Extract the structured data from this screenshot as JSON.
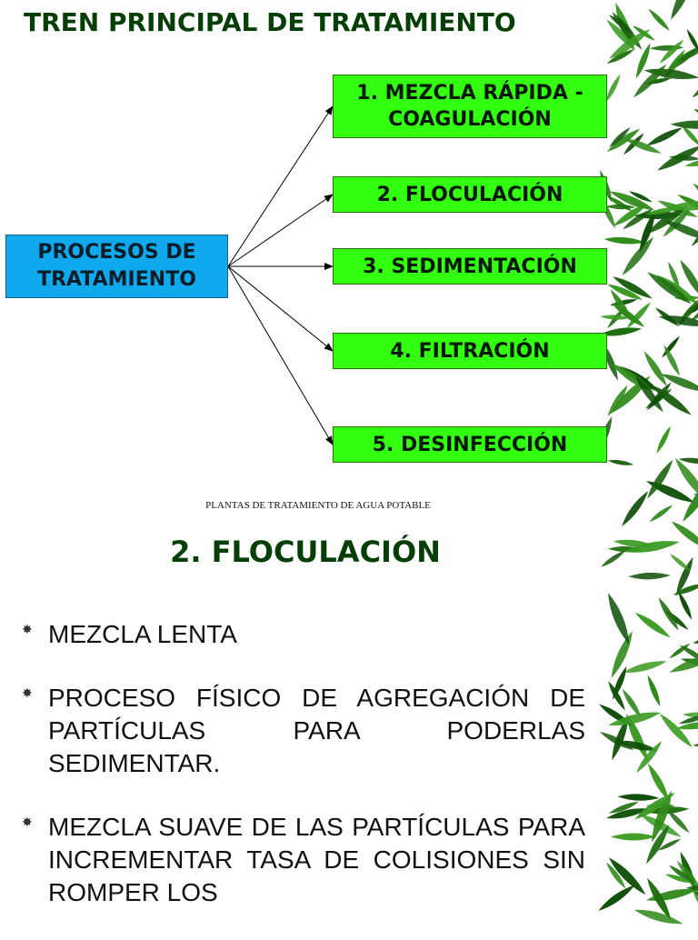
{
  "slide1": {
    "title": "TREN PRINCIPAL DE TRATAMIENTO",
    "source_label": "PROCESOS DE TRATAMIENTO",
    "steps": [
      "1. MEZCLA RÁPIDA - COAGULACIÓN",
      "2. FLOCULACIÓN",
      "3. SEDIMENTACIÓN",
      "4. FILTRACIÓN",
      "5. DESINFECCIÓN"
    ],
    "footer": "PLANTAS DE TRATAMIENTO DE AGUA POTABLE"
  },
  "slide2": {
    "title": "2. FLOCULACIÓN",
    "bullets": [
      "MEZCLA LENTA",
      "PROCESO FÍSICO DE AGREGACIÓN DE PARTÍCULAS PARA PODERLAS SEDIMENTAR.",
      "MEZCLA SUAVE DE LAS PARTÍCULAS PARA INCREMENTAR TASA DE COLISIONES SIN ROMPER LOS"
    ]
  },
  "colors": {
    "title": "#063f06",
    "step_box": "#33ff11",
    "source_box": "#10a9ee",
    "bamboo_leaf": "#1f6e0f"
  },
  "icons": {
    "bullet": "asterisk-bullet-icon",
    "decoration": "bamboo-leaves-icon"
  }
}
